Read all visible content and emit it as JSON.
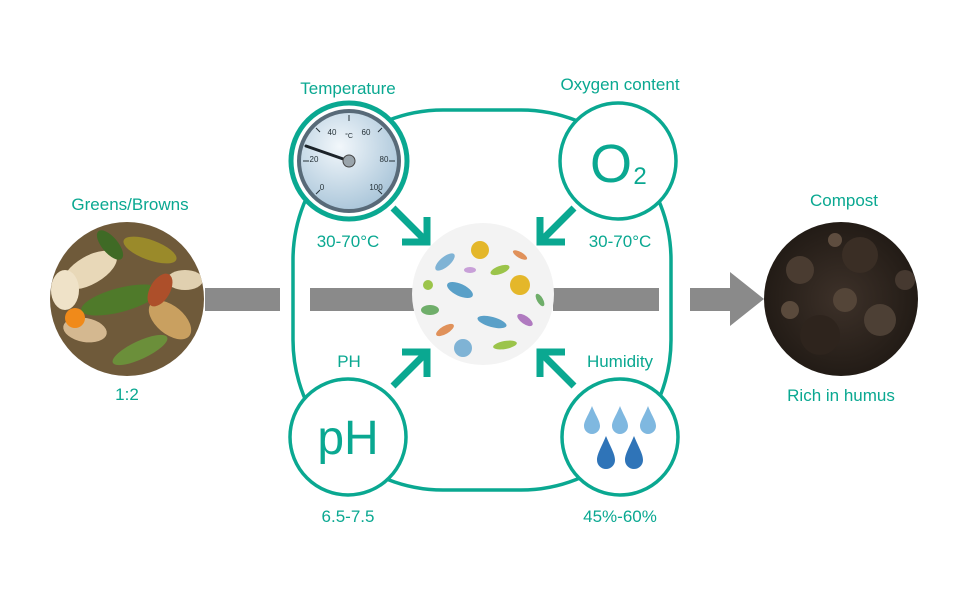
{
  "colors": {
    "accent": "#0aa891",
    "arrow": "#8a8a8a",
    "ring_fill": "#f5f5f5"
  },
  "input": {
    "title": "Greens/Browns",
    "ratio": "1:2",
    "image": "food-scraps-photo"
  },
  "output": {
    "title": "Compost",
    "caption": "Rich in humus",
    "image": "soil-photo"
  },
  "center": {
    "image": "microbes-illustration"
  },
  "factors": {
    "temperature": {
      "title": "Temperature",
      "value": "30-70°C",
      "icon": "thermometer-dial-icon",
      "dial": {
        "unit": "°C",
        "ticks": [
          "0",
          "20",
          "40",
          "60",
          "80",
          "100"
        ]
      }
    },
    "oxygen": {
      "title": "Oxygen content",
      "value": "30-70°C",
      "icon": "o2-icon",
      "symbol": "O",
      "subscript": "2"
    },
    "ph": {
      "title": "PH",
      "value": "6.5-7.5",
      "icon": "ph-icon",
      "symbol": "pH"
    },
    "humidity": {
      "title": "Humidity",
      "value": "45%-60%",
      "icon": "water-drops-icon"
    }
  }
}
